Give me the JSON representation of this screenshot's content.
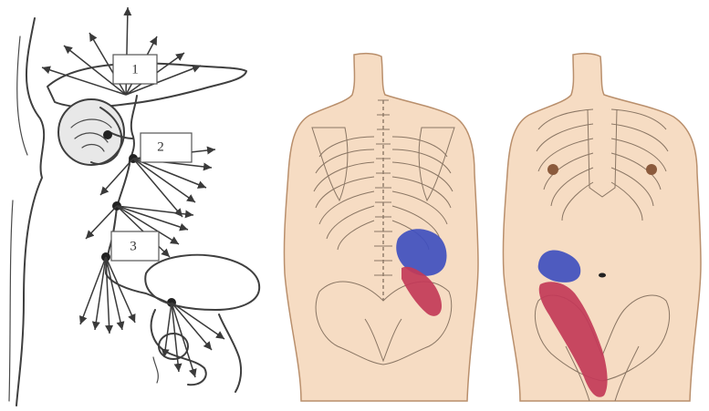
{
  "labels": {
    "box1": "1",
    "box2": "2",
    "box3": "3"
  },
  "colors": {
    "referred_upper_zone": "#3f4fbf",
    "referred_lower_zone": "#c23a58",
    "skin": "#f6dcc3",
    "line_art": "#3f3f3f"
  },
  "icons": [
    "arrow-icon",
    "nerve-ganglion-icon"
  ]
}
